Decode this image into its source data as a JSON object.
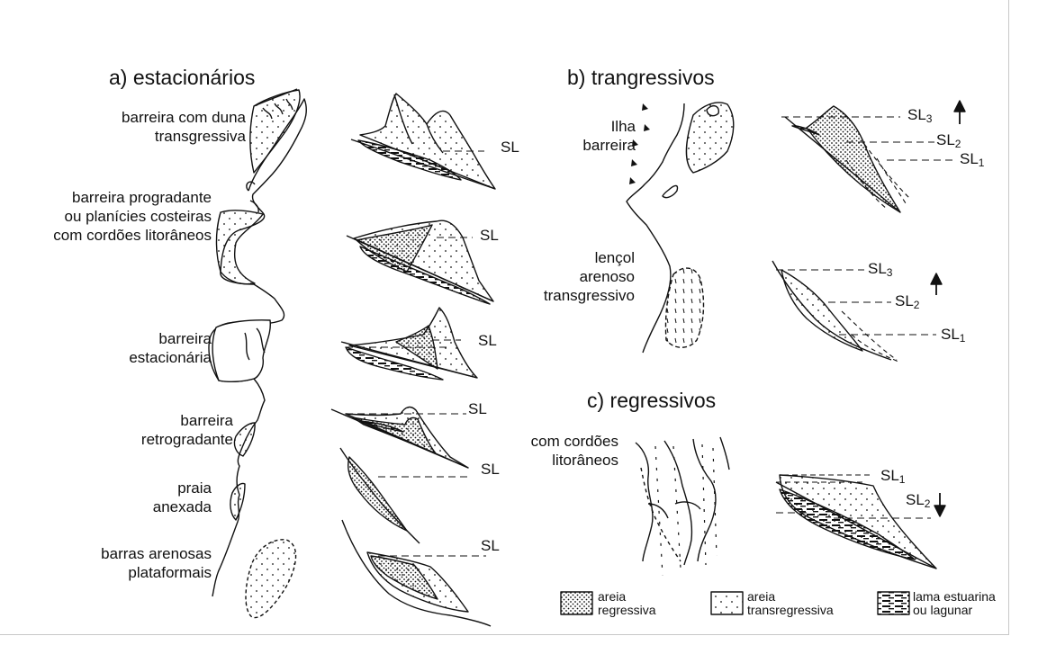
{
  "sections": {
    "a": {
      "heading": "a) estacionários",
      "labels": [
        [
          "barreira com duna",
          "transgressiva"
        ],
        [
          "barreira progradante",
          "ou planícies costeiras",
          "com cordões litorâneos"
        ],
        [
          "barreira",
          "estacionária"
        ],
        [
          "barreira",
          "retrogradante"
        ],
        [
          "praia",
          "anexada"
        ],
        [
          "barras arenosas",
          "plataformais"
        ]
      ],
      "sea_level": "SL"
    },
    "b": {
      "heading": "b) trangressivos",
      "labels": [
        [
          "Ilha",
          "barreira"
        ],
        [
          "lençol",
          "arenoso",
          "transgressivo"
        ]
      ],
      "sea_level_base": "SL",
      "sea_level_subs": [
        "3",
        "2",
        "1"
      ]
    },
    "c": {
      "heading": "c) regressivos",
      "labels": [
        [
          "com cordões",
          "litorâneos"
        ]
      ],
      "sea_level_base": "SL",
      "sea_level_subs": [
        "1",
        "2"
      ]
    }
  },
  "legend": [
    {
      "lines": [
        "areia",
        "regressiva"
      ],
      "pattern": "dense-dots"
    },
    {
      "lines": [
        "areia",
        "transregressiva"
      ],
      "pattern": "sparse-dots"
    },
    {
      "lines": [
        "lama estuarina",
        "ou lagunar"
      ],
      "pattern": "dashes"
    }
  ]
}
